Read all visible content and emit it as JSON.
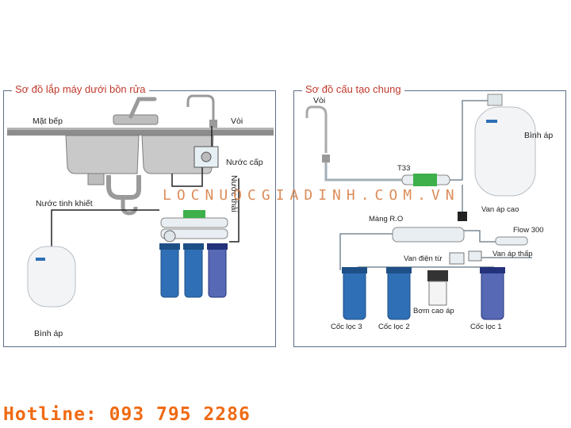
{
  "left_panel": {
    "title": "Sơ đồ lắp máy dưới bồn rửa",
    "labels": {
      "counter": "Mặt bếp",
      "faucet": "Vòi",
      "water_in": "Nước cấp",
      "waste_water": "Nước thải",
      "pure_water": "Nước tinh khiết",
      "tank": "Bình áp"
    }
  },
  "right_panel": {
    "title": "Sơ đồ cấu tạo chung",
    "labels": {
      "faucet": "Vòi",
      "tank": "Bình áp",
      "t33": "T33",
      "high_pressure_valve": "Van áp cao",
      "ro_membrane": "Màng R.O",
      "flow": "Flow 300",
      "solenoid_valve": "Van điện từ",
      "low_pressure_valve": "Van áp thấp",
      "pump": "Bơm cao áp",
      "filter3": "Cốc lọc 3",
      "filter2": "Cốc lọc 2",
      "filter1": "Cốc lọc 1"
    }
  },
  "watermark": "LOCNUOCGIADINH.COM.VN",
  "hotline": "Hotline: 093 795 2286",
  "colors": {
    "panel_border": "#5a6d86",
    "title": "#c0392b",
    "filter_blue": "#2f6fb5",
    "filter_clear": "#3a4fa8",
    "tank": "#f2f4f6",
    "hotline": "#f06a14"
  }
}
